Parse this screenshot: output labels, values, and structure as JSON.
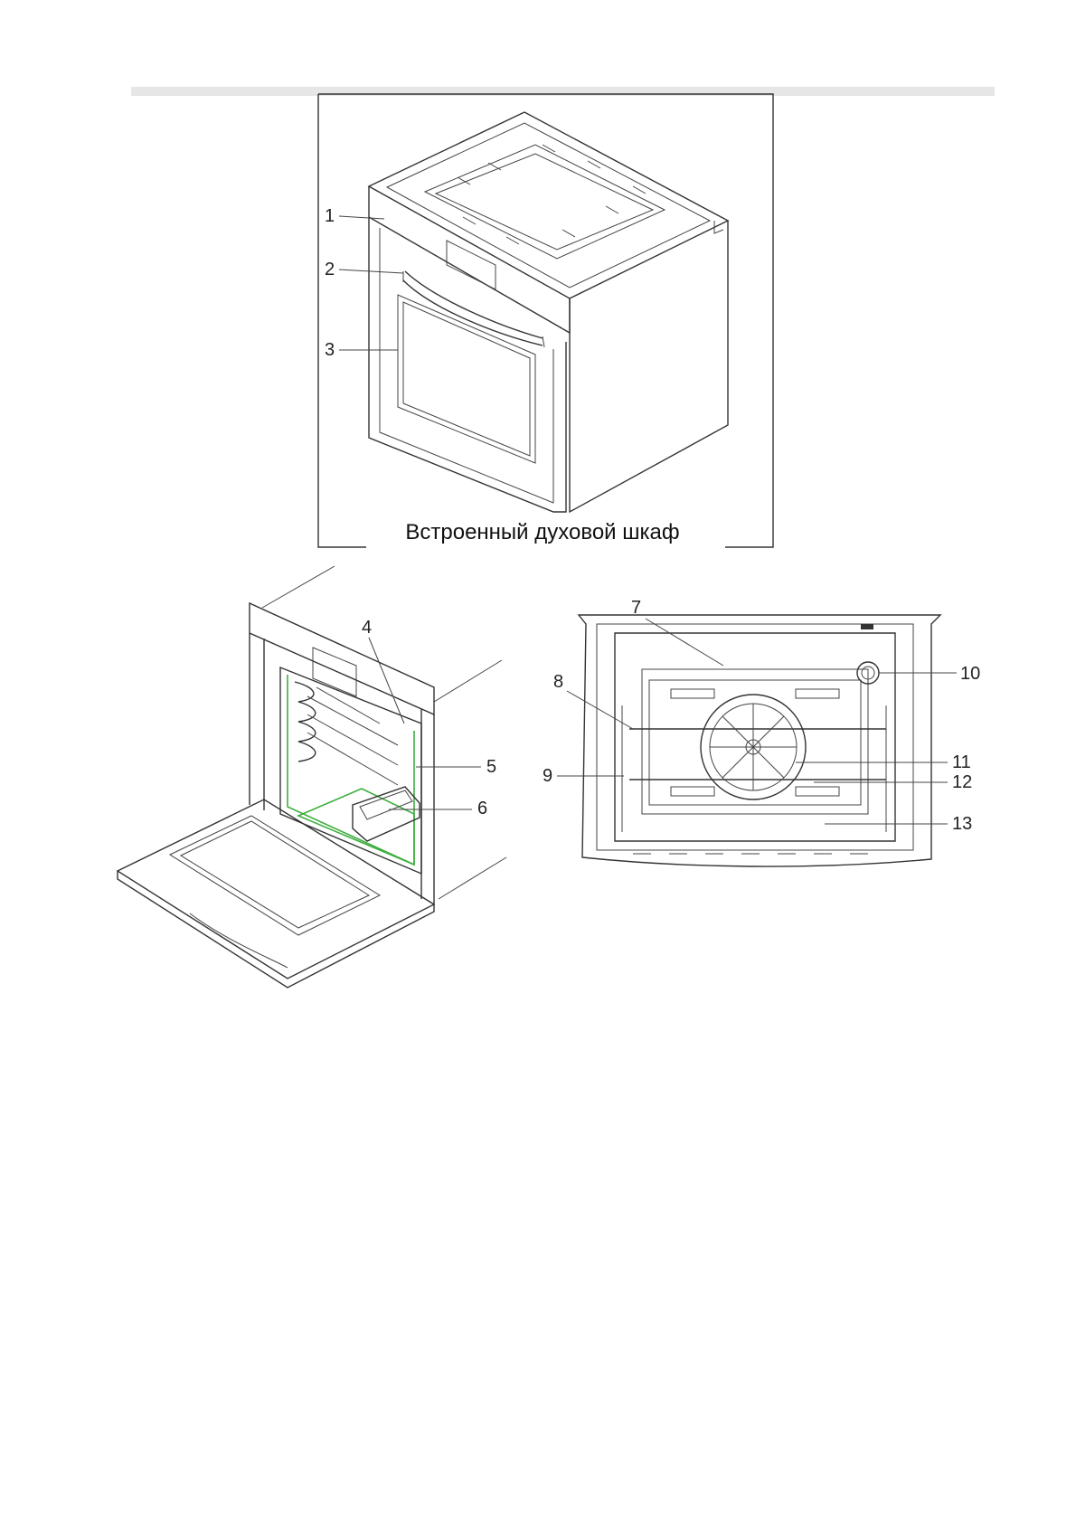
{
  "caption": "Встроенный духовой шкаф",
  "callouts": {
    "c1": "1",
    "c2": "2",
    "c3": "3",
    "c4": "4",
    "c5": "5",
    "c6": "6",
    "c7": "7",
    "c8": "8",
    "c9": "9",
    "c10": "10",
    "c11": "11",
    "c12": "12",
    "c13": "13"
  }
}
